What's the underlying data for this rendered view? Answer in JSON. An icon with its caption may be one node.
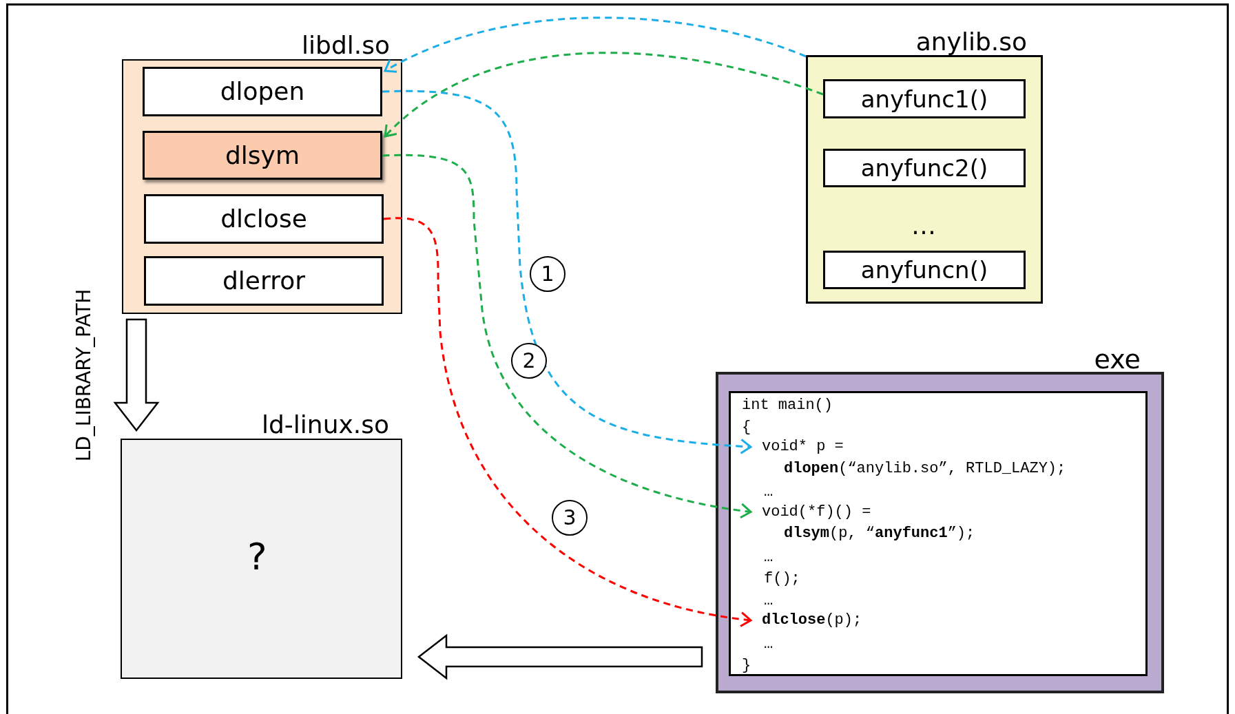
{
  "diagram": {
    "nodes": [
      {
        "text": [
          "libdl.so"
        ]
      },
      {
        "text": [
          "dlopen"
        ],
        "in": 0
      },
      {
        "text": [
          "dlsym"
        ],
        "in": 0
      },
      {
        "text": [
          "dlclose"
        ],
        "in": 0
      },
      {
        "text": [
          "dlerror"
        ],
        "in": 0
      },
      {
        "text": [
          "anylib.so",
          "…"
        ]
      },
      {
        "text": [
          "anyfunc1()"
        ],
        "in": 5
      },
      {
        "text": [
          "anyfunc2()"
        ],
        "in": 5
      },
      {
        "text": [
          "anyfuncn()"
        ],
        "in": 5
      },
      {
        "text": [
          "ld-linux.so",
          "?"
        ]
      },
      {
        "text": [
          "exe"
        ]
      },
      {
        "text": [
          "int main()",
          "{",
          "…",
          "…",
          "f();",
          "…",
          "…",
          "}"
        ],
        "in": 10
      },
      {
        "text": [
          "void* p =",
          "**dlopen**(“anylib.so”, RTLD_LAZY);"
        ],
        "in": 11
      },
      {
        "text": [
          "void(*f)() =",
          "**dlsym**(p, “**anyfunc1**”);"
        ],
        "in": 11
      },
      {
        "text": [
          "**dlclose**(p);"
        ],
        "in": 11
      }
    ],
    "edges": [
      {
        "from": 5,
        "to": 1,
        "arrow": "to",
        "style": "dashed",
        "color": "#1aaee8"
      },
      {
        "from": 6,
        "to": 2,
        "arrow": "to",
        "style": "dashed",
        "color": "#1dae4b"
      },
      {
        "from": 1,
        "to": 12,
        "arrow": "to",
        "style": "dashed",
        "color": "#1aaee8"
      },
      {
        "from": 2,
        "to": 13,
        "arrow": "to",
        "style": "dashed",
        "color": "#1dae4b"
      },
      {
        "from": 3,
        "to": 14,
        "arrow": "to",
        "style": "dashed",
        "color": "#ff0000"
      },
      {
        "from": 0,
        "to": 9,
        "arrow": "to",
        "style": "thick",
        "label": "LD_LIBRARY_PATH"
      },
      {
        "from": 10,
        "to": 9,
        "arrow": "to",
        "style": "thick"
      }
    ],
    "labels": [
      "1",
      "2",
      "3"
    ]
  }
}
